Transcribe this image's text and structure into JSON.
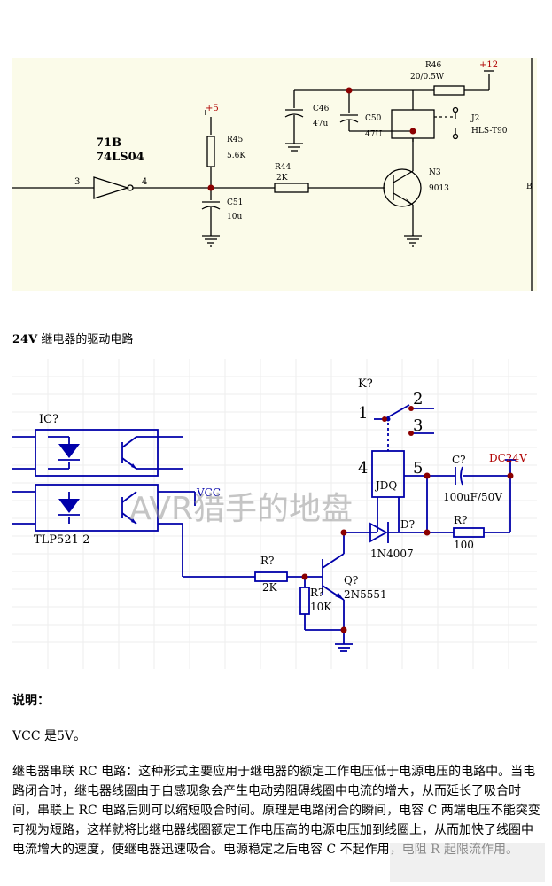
{
  "schematic1": {
    "gate_name": "71B",
    "gate_part": "74LS04",
    "pin_in": "3",
    "pin_out": "4",
    "plus5": "+5",
    "plus12": "+12",
    "r45": "R45",
    "r45_val": "5.6K",
    "r44": "R44",
    "r44_val": "2K",
    "r46": "R46",
    "r46_val": "20/0.5W",
    "c51": "C51",
    "c51_val": "10u",
    "c46": "C46",
    "c46_val": "47u",
    "c50": "C50",
    "c50_val": "47U",
    "n3": "N3",
    "n3_val": "9013",
    "j2": "J2",
    "j2_val": "HLS-T90",
    "border_b": "B"
  },
  "heading": {
    "bold": "24V",
    "text": " 继电器的驱动电路"
  },
  "schematic2": {
    "ic": "IC?",
    "ic_part": "TLP521-2",
    "vcc": "VCC",
    "k": "K?",
    "pin1": "1",
    "pin2": "2",
    "pin3": "3",
    "pin4": "4",
    "pin5": "5",
    "jdq": "JDQ",
    "c": "C?",
    "c_val": "100uF/50V",
    "dc24": "DC24V",
    "d": "D?",
    "d_val": "1N4007",
    "r_top": "R?",
    "r_top_val": "100",
    "r_base": "R?",
    "r_base_val": "2K",
    "r_be": "R?",
    "r_be_val": "10K",
    "q": "Q?",
    "q_val": "2N5551",
    "watermark": "AVR猎手的地盘"
  },
  "explain_label": "说明：",
  "para1": "VCC 是5V。",
  "para2": "继电器串联 RC 电路：这种形式主要应用于继电器的额定工作电压低于电源电压的电路中。当电路闭合时，继电器线圈由于自感现象会产生电动势阻碍线圈中电流的增大，从而延长了吸合时间，串联上 RC 电路后则可以缩短吸合时间。原理是电路闭合的瞬间，电容 C 两端电压不能突变可视为短路，这样就将比继电器线圈额定工作电压高的电源电压加到线圈上，从而加快了线圈中电流增大的速度，使继电器迅速吸合。电源稳定之后电容 C 不起作用，电阻 R 起限流作用。"
}
